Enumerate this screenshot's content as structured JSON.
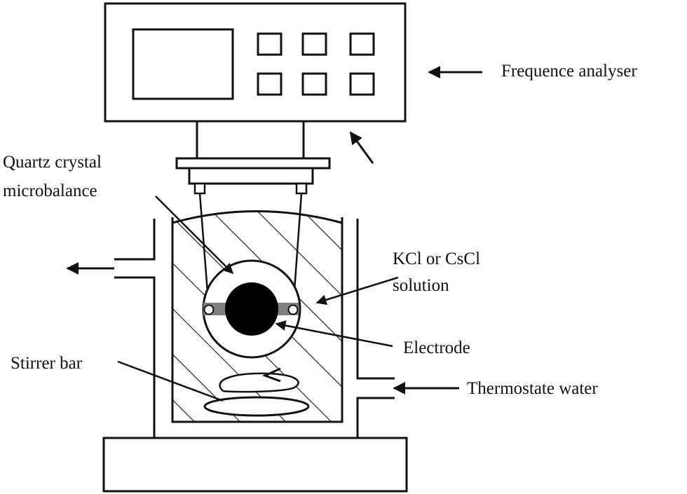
{
  "labels": {
    "analyser": "Frequence analyser",
    "qcm_line1": "Quartz crystal",
    "qcm_line2": "microbalance",
    "solution_line1": "KCl or CsCl",
    "solution_line2": "solution",
    "electrode": "Electrode",
    "stirrer": "Stirrer bar",
    "thermostate": "Thermostate water"
  },
  "colors": {
    "ink": "#111111",
    "background": "#ffffff",
    "electrode": "#000000",
    "contact_pad": "#808080"
  }
}
